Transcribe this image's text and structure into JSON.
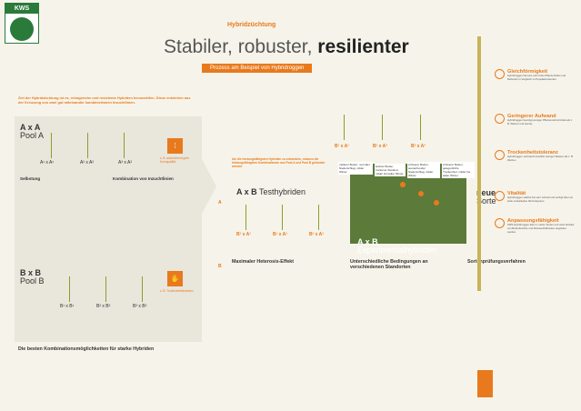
{
  "header": {
    "logo_text": "KWS",
    "eyebrow": "Hybridzüchtung",
    "title_regular": "Stabiler, robuster,",
    "title_bold": "resilienter",
    "banner": "Prozess am Beispiel von Hybridroggen"
  },
  "intro": "Ziel der Hybridzüchtung ist es, ertragreiche und resistente Hybriden herzustellen. Diese entstehen aus der Kreuzung von zwei gut miteinander kombinierbaren Inzuchtlinien.",
  "pool_a": {
    "title": "A x A",
    "subtitle": "Pool A",
    "crosses": [
      "A¹ x A¹",
      "A² x A²",
      "A³ x A³"
    ],
    "note": "z. B. ausreichend gute Kornqualität",
    "sec1_title": "Selbstung",
    "sec2_title": "Kombination von Inzuchtlinien"
  },
  "pool_b": {
    "title": "B x B",
    "subtitle": "Pool B",
    "crosses": [
      "B¹ x B¹",
      "B² x B²",
      "B³ x B³"
    ],
    "note": "z. B. Trockenheitstoleranz"
  },
  "best": "Die besten Kombinationsmöglichkeiten für starke Hybriden",
  "testhybrids": {
    "intro": "Um die leistungsfähigsten Hybriden zu entwickeln, müssen die leistungsfähigsten Kombinationen aus Pool A und Pool B gefunden werden.",
    "title": "A x B",
    "subtitle": "Testhybriden",
    "crosses": [
      "B¹ x A¹",
      "B¹ x A²",
      "B² x A³"
    ],
    "label_a": "A",
    "label_b": "B"
  },
  "top": {
    "crosses": [
      "B¹ x A¹",
      "B² x A³",
      "B³ x A²"
    ]
  },
  "exp": {
    "title": "A x B",
    "subtitle": "Experimentalhybriden"
  },
  "env_boxes": [
    "mittlerer Boden, normaler Niederschlag, milder Winter",
    "leichter Boden, trockener Standort, milder bis kalter Winter",
    "schwerer Boden, ausreichender Niederschlag, milder Winter",
    "schwerer Boden, gelegentliche Trockenheit, milder bis kalter Winter"
  ],
  "neue_sorte": {
    "line1": "neue",
    "line2": "Sorte"
  },
  "cols": {
    "c1": "Maximaler Heterosis-Effekt",
    "c2": "Unterschiedliche Bedingungen an verschiedenen Standorten",
    "c3": "Sortenprüfungsverfahren"
  },
  "side": [
    {
      "title": "Gleichförmigkeit",
      "text": "Hybridroggen hat eine sehr hohe Pflanzenhöhe und Reifezeit im Vergleich zu Populationssorten."
    },
    {
      "title": "Geringerer Aufwand",
      "text": "Hybridroggen benötigt weniger Pflanzenschutzmittel als z. B. Weizen und Gerste."
    },
    {
      "title": "Trockenheitstoleranz",
      "text": "Hybridroggen verbraucht deutlich weniger Wasser als z. B. Weizen."
    },
    {
      "title": "Vitalität",
      "text": "Hybridroggen wächst bei sehr schnell und verfügt über ein stark entwickeltes Wurzelsystem."
    },
    {
      "title": "Anpassungsfähigkeit",
      "text": "KWS Hybridroggen kann in vielen Sorten und unter Einsatz von Bodenfeuchte und Klimaverhältnissen angebaut werden."
    }
  ]
}
